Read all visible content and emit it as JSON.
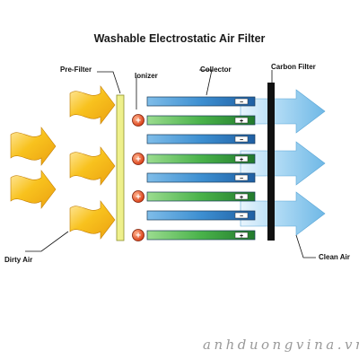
{
  "title": "Washable Electrostatic Air Filter",
  "labels": {
    "pre_filter": "Pre-Filter",
    "ionizer": "Ionizer",
    "collector": "Collector",
    "carbon_filter": "Carbon Filter",
    "dirty_air": "Dirty Air",
    "clean_air": "Clean Air"
  },
  "signs": {
    "minus": "−",
    "plus": "+"
  },
  "watermark": "anhduongvina.vn",
  "colors": {
    "dirty_air": "#f5b317",
    "pre_filter": "#eef08c",
    "collector_negative": "#3d8fd1",
    "collector_positive": "#49b24a",
    "ionizer": "#e0471f",
    "carbon_filter": "#111111",
    "clean_air": "#8ec9ee"
  }
}
